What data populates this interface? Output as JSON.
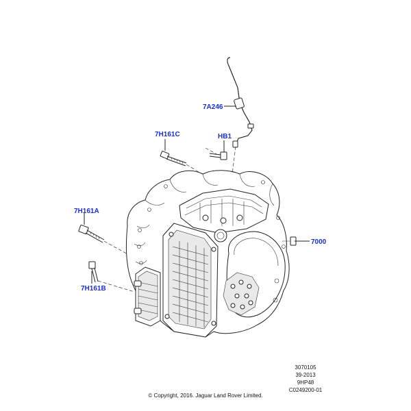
{
  "callouts": {
    "pipe": "7A246",
    "bolt_c": "7H161C",
    "bolt_hb1": "HB1",
    "bolt_a": "7H161A",
    "bolt_b": "7H161B",
    "transmission": "7000"
  },
  "meta": {
    "line1": "3070105",
    "line2": "39-2013",
    "line3": "9HP48",
    "line4": "C0249200-01"
  },
  "copyright": "© Copyright, 2016. Jaguar Land Rover Limited.",
  "colors": {
    "callout": "#1a2fd6",
    "linework": "#222222"
  }
}
